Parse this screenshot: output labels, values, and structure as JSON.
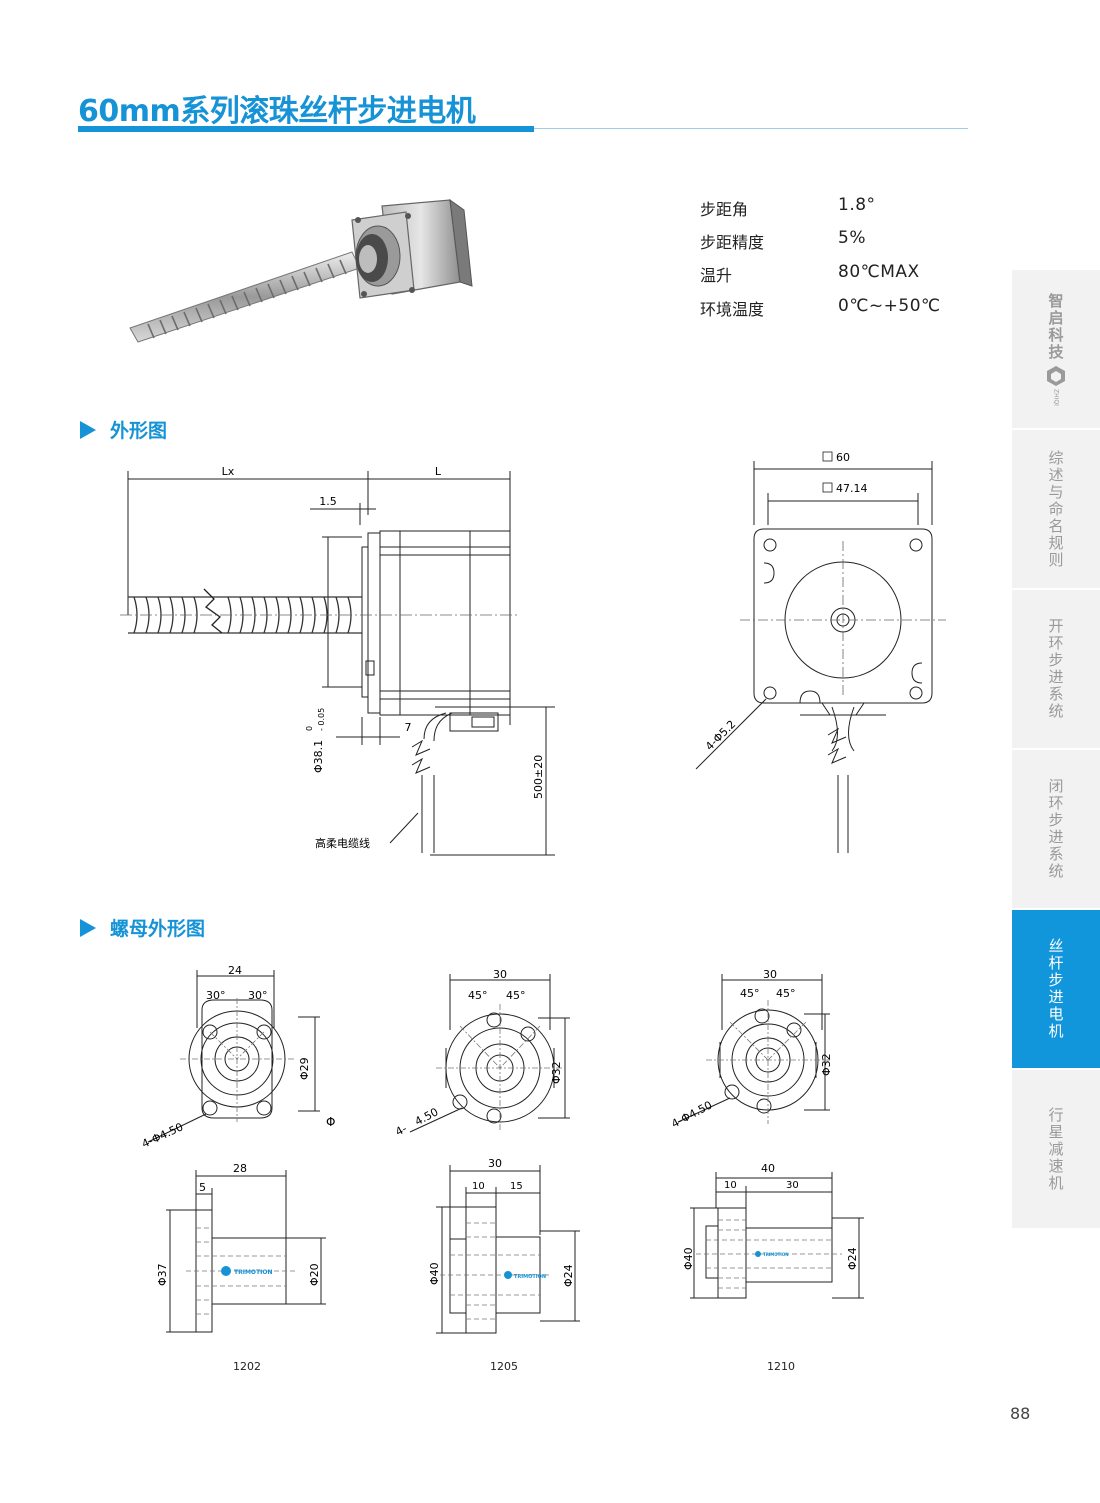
{
  "page": {
    "title": "60mm系列滚珠丝杆步进电机",
    "page_number": "88"
  },
  "specs": [
    {
      "label": "步距角",
      "value": "1.8°"
    },
    {
      "label": "步距精度",
      "value": "5%"
    },
    {
      "label": "温升",
      "value": "80℃MAX"
    },
    {
      "label": "环境温度",
      "value": "0℃~+50℃"
    }
  ],
  "sections": {
    "outline": "外形图",
    "nut_outline": "螺母外形图"
  },
  "outline_drawing": {
    "dim_lx": "Lx",
    "dim_l": "L",
    "dim_flange": "1.5",
    "dim_boss": "7",
    "dim_boss_dia": "Φ38.1",
    "dim_boss_tol_upper": "0",
    "dim_boss_tol_lower": "- 0.05",
    "dim_cable": "500±20",
    "cable_note": "高柔电缆线",
    "dim_square_outer": "60",
    "dim_square_inner": "47.14",
    "dim_holes": "4-Φ5.2"
  },
  "nut_drawings": [
    {
      "id": "1202",
      "front_width": "24",
      "angle_left": "30°",
      "angle_right": "30°",
      "pcd": "Φ29",
      "od_symbol": "Φ",
      "holes": "4-Φ4.50",
      "side_total": "28",
      "side_flange": "5",
      "side_flange_dia": "Φ37",
      "side_body_dia": "Φ20",
      "brand": "TRIMOTION"
    },
    {
      "id": "1205",
      "front_width": "30",
      "angle_left": "45°",
      "angle_right": "45°",
      "pcd": "Φ32",
      "holes_prefix": "4-",
      "holes_value": "4.50",
      "side_total": "30",
      "side_flange": "10",
      "side_body": "15",
      "side_flange_dia": "Φ40",
      "side_body_dia": "Φ24",
      "brand": "TRIMOTION"
    },
    {
      "id": "1210",
      "front_width": "30",
      "angle_left": "45°",
      "angle_right": "45°",
      "pcd": "Φ32",
      "holes": "4-Φ4.50",
      "side_total": "40",
      "side_flange": "10",
      "side_body": "30",
      "side_flange_dia": "Φ40",
      "side_body_dia": "Φ24",
      "brand": "TRIMOTION"
    }
  ],
  "side_tabs": {
    "brand": "智启科技",
    "brand_small": "ZHIQI",
    "items": [
      {
        "label": "综述与命名规则",
        "active": false
      },
      {
        "label": "开环步进系统",
        "active": false
      },
      {
        "label": "闭环步进系统",
        "active": false
      },
      {
        "label": "丝杆步进电机",
        "active": true
      },
      {
        "label": "行星减速机",
        "active": false
      }
    ]
  },
  "colors": {
    "accent": "#1593d6",
    "tab_active": "#1296db",
    "tab_inactive": "#f2f2f2"
  }
}
